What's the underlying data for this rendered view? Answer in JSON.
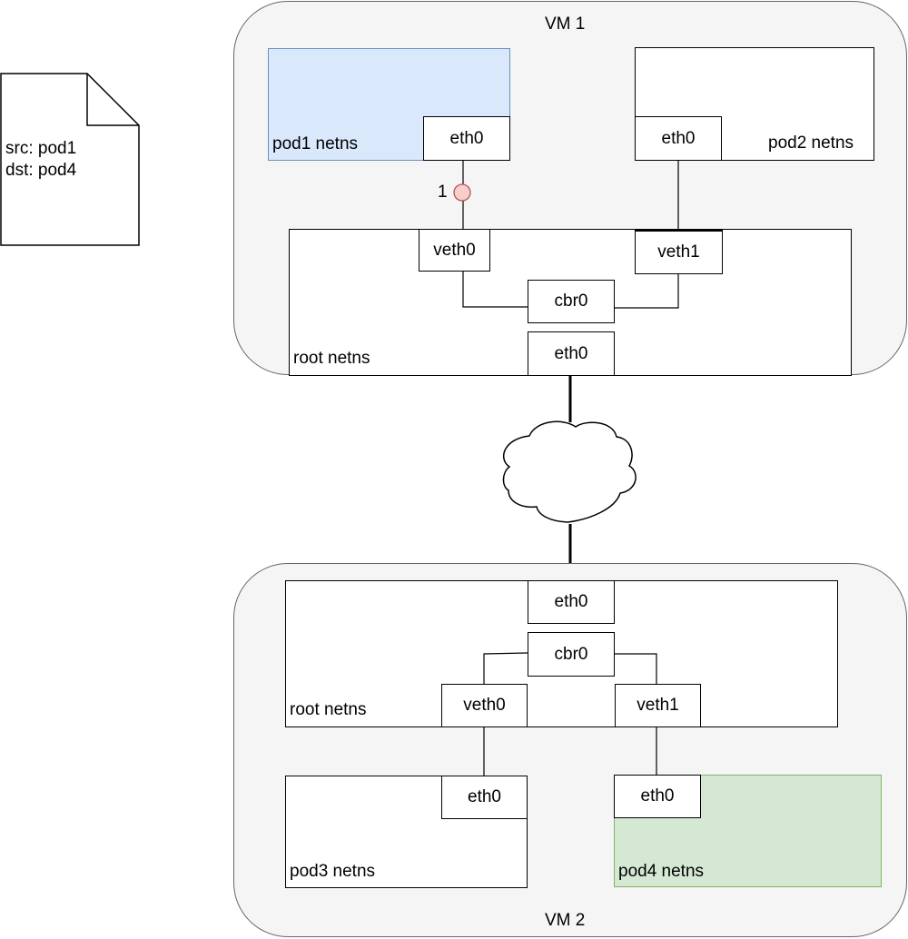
{
  "packet": {
    "src_line": "src: pod1",
    "dst_line": "dst: pod4"
  },
  "vm1": {
    "title": "VM 1",
    "pod1": {
      "label": "pod1 netns",
      "iface": "eth0",
      "fill": "#dae8fc",
      "stroke": "#6c8ebf"
    },
    "pod2": {
      "label": "pod2 netns",
      "iface": "eth0"
    },
    "root": {
      "label": "root netns",
      "veth0": "veth0",
      "veth1": "veth1",
      "bridge": "cbr0",
      "eth0": "eth0"
    },
    "step_marker": {
      "number": "1",
      "fill": "#f8cecc",
      "stroke": "#b85450"
    }
  },
  "network": {
    "icon": "cloud-icon"
  },
  "vm2": {
    "title": "VM 2",
    "root": {
      "label": "root netns",
      "eth0": "eth0",
      "bridge": "cbr0",
      "veth0": "veth0",
      "veth1": "veth1"
    },
    "pod3": {
      "label": "pod3 netns",
      "iface": "eth0"
    },
    "pod4": {
      "label": "pod4 netns",
      "iface": "eth0",
      "fill": "#d5e8d4",
      "stroke": "#82b366"
    }
  }
}
